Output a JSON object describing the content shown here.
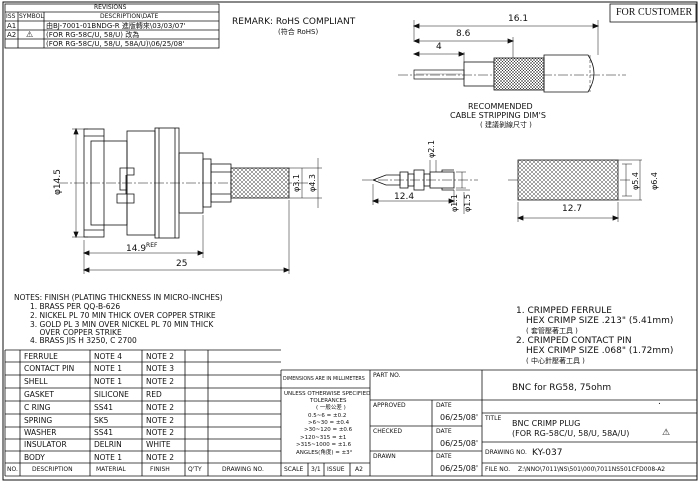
{
  "revisions": {
    "title": "REVISIONS",
    "headers": [
      "ISS",
      "SYMBOL",
      "DESCRIPTION\\DATE"
    ],
    "rows": [
      {
        "iss": "A1",
        "symbol": "",
        "desc": "由BJ-7001-01BNDG-R 進版轉來\\03/03/07'"
      },
      {
        "iss": "A2",
        "symbol": "⚠",
        "desc": "(FOR RG-58C/U, 58/U) 改為"
      },
      {
        "iss": "",
        "symbol": "",
        "desc": "(FOR RG-58C/U, 58/U, 58A/U)\\06/25/08'"
      }
    ]
  },
  "remark": {
    "line1": "REMARK: RoHS COMPLIANT",
    "line2": "(符合 RoHS)"
  },
  "for_customer": "FOR CUSTOMER",
  "stripping": {
    "dims": [
      "16.1",
      "8.6",
      "4"
    ],
    "caption1": "RECOMMENDED",
    "caption2": "CABLE STRIPPING DIM'S",
    "caption3": "( 建議剝線尺寸 )"
  },
  "dims": {
    "d14_5": "φ14.5",
    "d3_1": "φ3.1",
    "d4_3": "φ4.3",
    "l14_9": "14.9",
    "ref": "REF",
    "l25": "25",
    "d2_1": "φ2.1",
    "d1_1": "φ1.1",
    "d1_5": "φ1.5",
    "l12_4": "12.4",
    "d5_4": "φ5.4",
    "d6_4": "φ6.4",
    "l12_7": "12.7"
  },
  "notes": {
    "header": "NOTES: FINISH (PLATING THICKNESS IN MICRO-INCHES)",
    "items": [
      "1. BRASS PER QQ-B-626",
      "2. NICKEL PL 70 MIN THICK OVER COPPER STRIKE",
      "3. GOLD PL 3 MIN OVER NICKEL PL 70 MIN THICK",
      "    OVER COPPER STRIKE",
      "4. BRASS JIS H 3250, C 2700"
    ]
  },
  "crimp": {
    "l1": "1. CRIMPED FERRULE",
    "l2": "HEX CRIMP SIZE .213\" (5.41mm)",
    "l3": "( 套管壓著工具 )",
    "l4": "2. CRIMPED CONTACT PIN",
    "l5": "HEX CRIMP SIZE .068\" (1.72mm)",
    "l6": "( 中心針壓著工具 )"
  },
  "bom": {
    "rows": [
      [
        "FERRULE",
        "NOTE 4",
        "NOTE 2"
      ],
      [
        "CONTACT PIN",
        "NOTE 1",
        "NOTE 3"
      ],
      [
        "SHELL",
        "NOTE 1",
        "NOTE 2"
      ],
      [
        "GASKET",
        "SILICONE",
        "RED"
      ],
      [
        "C RING",
        "SS41",
        "NOTE 2"
      ],
      [
        "SPRING",
        "SK5",
        "NOTE 2"
      ],
      [
        "WASHER",
        "SS41",
        "NOTE 2"
      ],
      [
        "INSULATOR",
        "DELRIN",
        "WHITE"
      ],
      [
        "BODY",
        "NOTE 1",
        "NOTE 2"
      ]
    ],
    "headers": [
      "NO.",
      "DESCRIPTION",
      "MATERIAL",
      "FINISH",
      "Q'TY",
      "DRAWING NO."
    ]
  },
  "tolerance": {
    "dim_header": "DIMENSIONS ARE IN MILLIMETERS",
    "l1": "UNLESS OTHERWISE SPECIFIED",
    "l2": "TOLERANCES",
    "l3": "( 一般公差 )",
    "rows": [
      "0.5~6  = ±0.2",
      ">6~30  = ±0.4",
      ">30~120  = ±0.6",
      ">120~315  = ±1",
      ">315~1000  = ±1.6"
    ],
    "angle": "ANGLES(角度) = ±3°",
    "scale_label": "SCALE",
    "scale": "3/1",
    "issue_label": "ISSUE",
    "issue": "A2"
  },
  "titleblock": {
    "part_no_label": "PART NO.",
    "part_desc": "BNC for RG58, 75ohm",
    "dot": ".",
    "approved": "APPROVED",
    "checked": "CHECKED",
    "drawn": "DRAWN",
    "date_label": "DATE",
    "date": "06/25/08'",
    "title_label": "TITLE",
    "title1": "BNC CRIMP PLUG",
    "title2": "(FOR RG-58C/U, 58/U, 58A/U)",
    "title_sym": "⚠",
    "drawing_no_label": "DRAWING NO.",
    "drawing_no": "KY-037",
    "file_label": "FILE NO.",
    "file_no": "Z:\\NNO\\7011\\NS\\501\\000\\7011NS501CFD008-A2"
  }
}
